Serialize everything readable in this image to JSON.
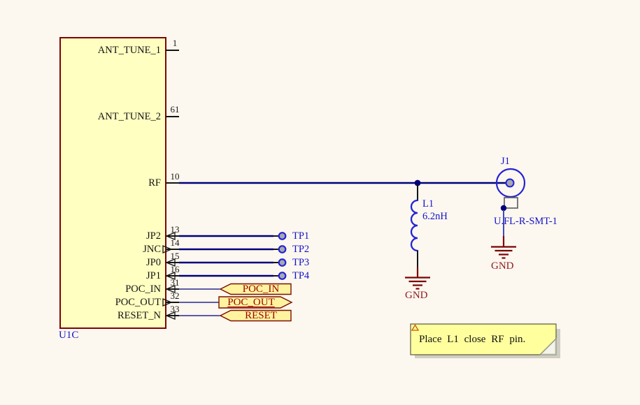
{
  "schematic": {
    "component": {
      "refdes": "U1C",
      "pins": [
        {
          "label": "ANT_TUNE_1",
          "number": "1",
          "direction": "none"
        },
        {
          "label": "ANT_TUNE_2",
          "number": "61",
          "direction": "none"
        },
        {
          "label": "RF",
          "number": "10",
          "direction": "none"
        },
        {
          "label": "JP2",
          "number": "13",
          "direction": "in"
        },
        {
          "label": "JNC",
          "number": "14",
          "direction": "out"
        },
        {
          "label": "JP0",
          "number": "15",
          "direction": "in"
        },
        {
          "label": "JP1",
          "number": "16",
          "direction": "in"
        },
        {
          "label": "POC_IN",
          "number": "31",
          "direction": "in"
        },
        {
          "label": "POC_OUT",
          "number": "32",
          "direction": "out"
        },
        {
          "label": "RESET_N",
          "number": "33",
          "direction": "in"
        }
      ]
    },
    "testpoints": [
      {
        "label": "TP1"
      },
      {
        "label": "TP2"
      },
      {
        "label": "TP3"
      },
      {
        "label": "TP4"
      }
    ],
    "ports": [
      {
        "label": "POC_IN",
        "direction": "left"
      },
      {
        "label": "POC_OUT",
        "direction": "right",
        "underlined": true
      },
      {
        "label": "RESET",
        "direction": "left"
      }
    ],
    "inductor": {
      "refdes": "L1",
      "value": "6.2nH"
    },
    "connector": {
      "refdes": "J1",
      "part": "U.FL-R-SMT-1"
    },
    "ground_labels": [
      "GND",
      "GND"
    ],
    "note": {
      "text": "Place L1 close RF pin."
    },
    "colors": {
      "background": "#FCF7EF",
      "wire_navy": "#00007B",
      "symbol_blue": "#2323D6",
      "label_blue": "#1414C8",
      "component_fill": "#FFFFC2",
      "component_border": "#7C0505",
      "port_fill": "#FFF3A0",
      "port_text": "#9C0000",
      "ground_red": "#7A0404",
      "note_fill": "#FFFF9E",
      "testpoint_pad": "#A8A8B0"
    }
  }
}
